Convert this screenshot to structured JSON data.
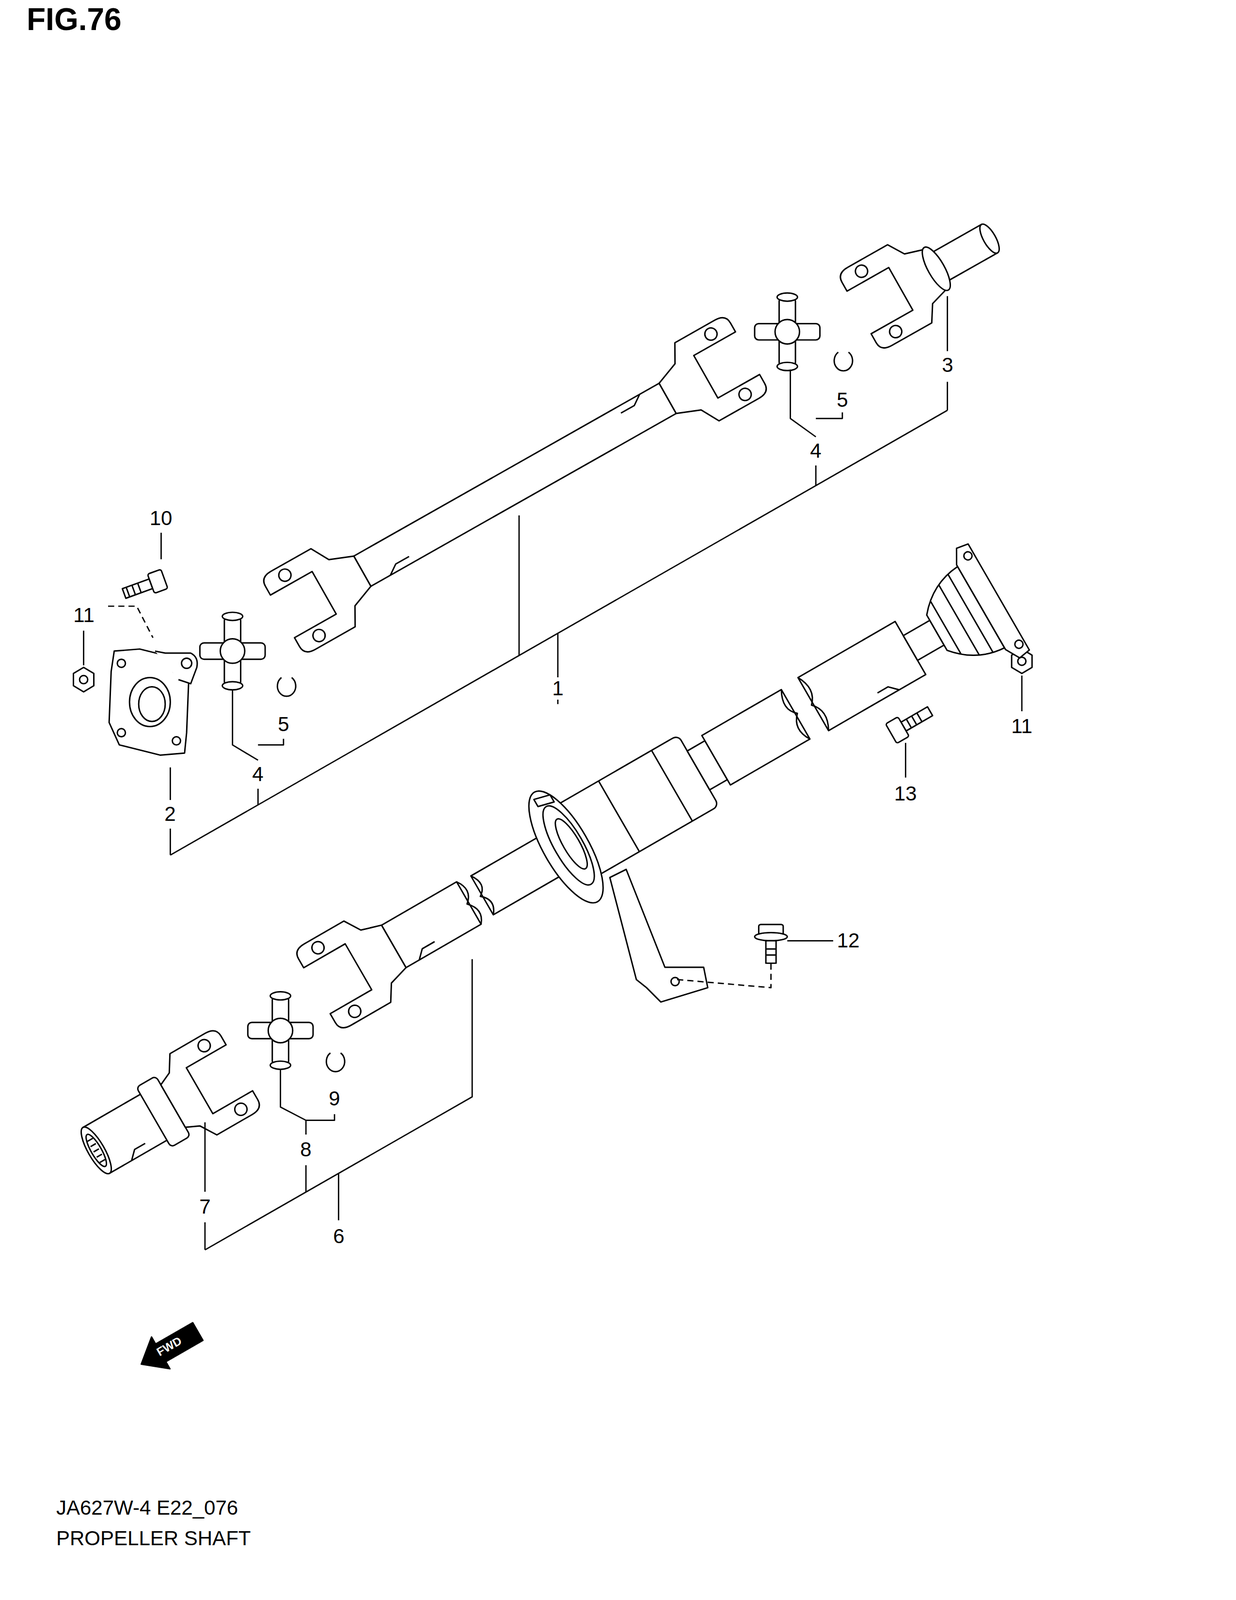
{
  "diagram": {
    "title": "FIG.76",
    "caption": "PROPELLER SHAFT",
    "labels": [
      "1",
      "2",
      "3",
      "4",
      "5",
      "4",
      "5",
      "10",
      "11",
      "11",
      "12",
      "13",
      "6",
      "7",
      "8",
      "9",
      "FWD",
      "JA627W-4 E22_076"
    ]
  }
}
